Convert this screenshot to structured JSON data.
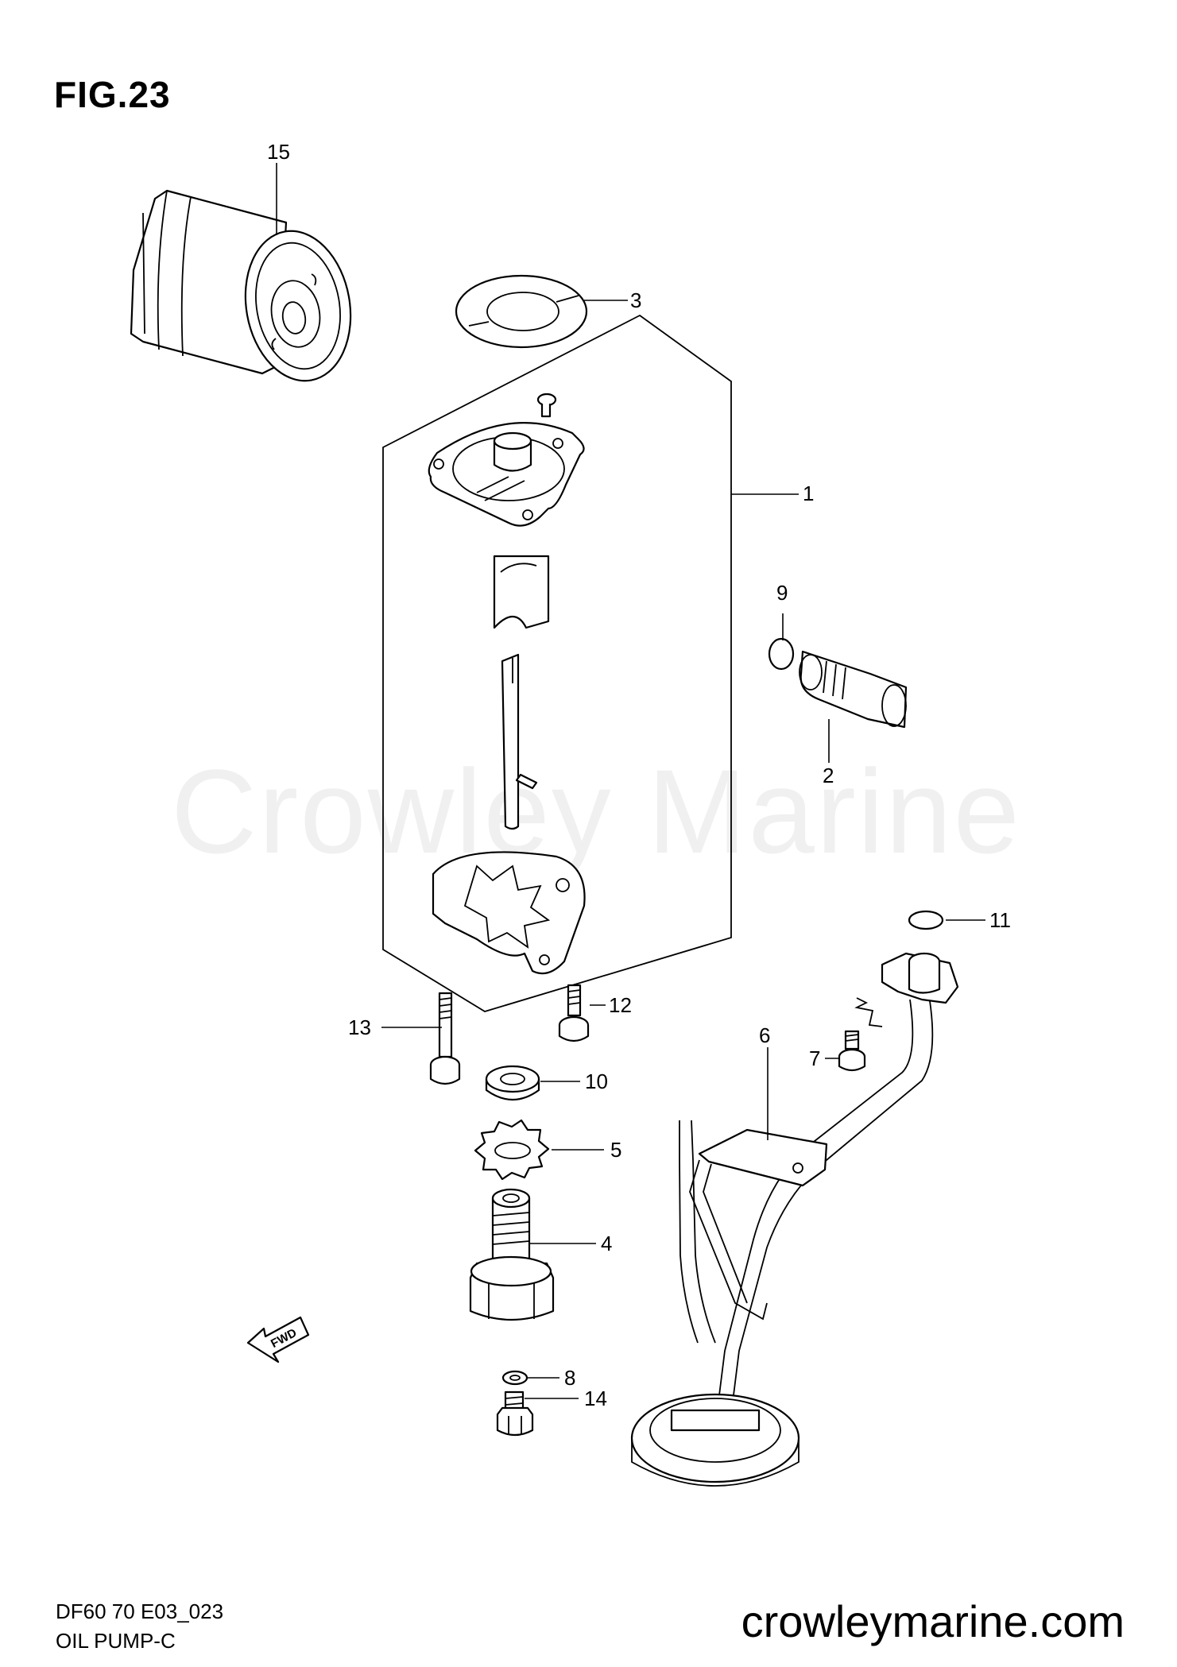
{
  "figure": {
    "title": "FIG.23"
  },
  "watermark": "Crowley Marine",
  "footer": {
    "model": "DF60 70 E03_023",
    "section": "OIL PUMP-C",
    "site": "crowleymarine.com"
  },
  "fwd_label": "FWD",
  "callouts": [
    "1",
    "2",
    "3",
    "4",
    "5",
    "6",
    "7",
    "8",
    "9",
    "10",
    "11",
    "12",
    "13",
    "14",
    "15"
  ]
}
